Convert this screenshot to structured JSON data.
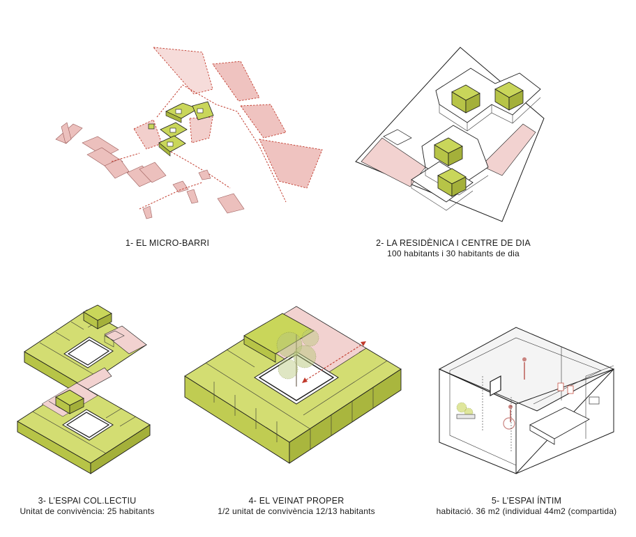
{
  "colors": {
    "green_top": "#c9d65a",
    "green_side": "#b7c447",
    "green_dark": "#8f9a2e",
    "pink": "#f2d2d0",
    "pink_mid": "#e8b6b3",
    "red_dash": "#c0392b",
    "outline": "#1a1a1a",
    "white": "#ffffff"
  },
  "icons": [
    "arrow-icon",
    "tree-icon",
    "wheelchair-icon"
  ],
  "panels": [
    {
      "title": "1- EL MICRO-BARRI",
      "subtitle": ""
    },
    {
      "title": "2- LA RESIDÈNICA I CENTRE DE DIA",
      "subtitle": "100 habitants i 30 habitants de dia"
    },
    {
      "title": "3- L’ESPAI COL.LECTIU",
      "subtitle": "Unitat de convivència: 25 habitants"
    },
    {
      "title": "4- EL VEINAT PROPER",
      "subtitle": "1/2 unitat de convivència 12/13 habitants"
    },
    {
      "title": "5- L’ESPAI ÍNTIM",
      "subtitle": "habitació. 36 m2 (individual 44m2 (compartida)"
    }
  ]
}
